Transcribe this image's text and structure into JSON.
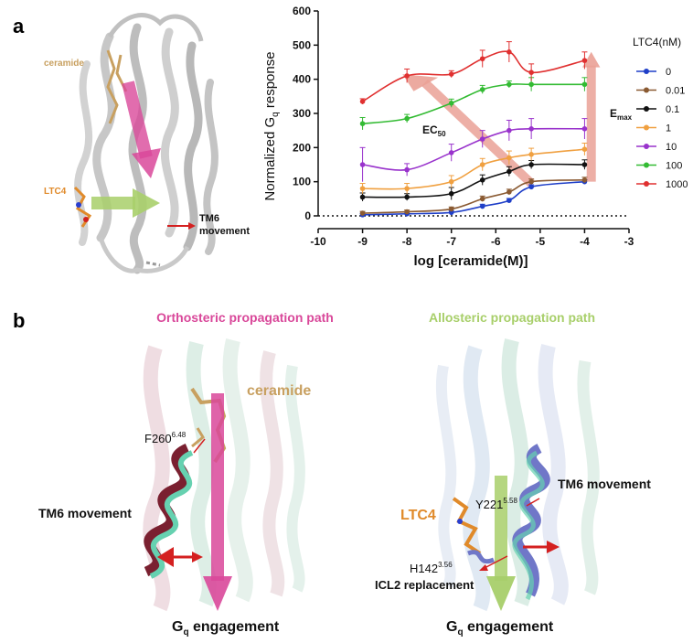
{
  "panel_a": {
    "letter": "a",
    "structure": {
      "ceramide_label": "ceramide",
      "ltc4_label": "LTC4",
      "tm6_line1": "TM6",
      "tm6_line2": "movement"
    }
  },
  "panel_b": {
    "letter": "b",
    "left": {
      "title": "Orthosteric propagation path",
      "ceramide_label": "ceramide",
      "residue_label": "F260",
      "residue_sup": "6.48",
      "tm6_label": "TM6 movement",
      "engagement_main": "G",
      "engagement_sub": "q",
      "engagement_rest": " engagement"
    },
    "right": {
      "title": "Allosteric propagation path",
      "ltc4_label": "LTC4",
      "residue1_label": "Y221",
      "residue1_sup": "5.58",
      "residue2_label": "H142",
      "residue2_sup": "3.56",
      "icl2_label": "ICL2 replacement",
      "tm6_label": "TM6 movement",
      "engagement_main": "G",
      "engagement_sub": "q",
      "engagement_rest": " engagement"
    }
  },
  "colors": {
    "magenta_arrow": "#d9489a",
    "green_arrow": "#a8cf6a",
    "ceramide": "#c8a060",
    "ltc4": "#e08a2a",
    "tm6_red": "#d42020",
    "salmon_arrow": "#eaa196",
    "helix_gray": "#c7c7c7",
    "helix_teal": "#66d1b0",
    "helix_maroon": "#7a2030",
    "helix_blue": "#7077c8"
  },
  "chart_data": {
    "type": "line",
    "ylabel_main": "Normalized G",
    "ylabel_sub": "q",
    "ylabel_rest": " response",
    "xlabel": "log [ceramide(M)]",
    "xlim": [
      -10,
      -3
    ],
    "ylim": [
      0,
      600
    ],
    "xticks": [
      -10,
      -9,
      -8,
      -7,
      -6,
      -5,
      -4,
      -3
    ],
    "yticks": [
      0,
      100,
      200,
      300,
      400,
      500,
      600
    ],
    "legend_title": "LTC4(nM)",
    "legend_position": "right",
    "x": [
      -9,
      -8,
      -7,
      -6.3,
      -5.7,
      -5.2,
      -4
    ],
    "series": [
      {
        "name": "0",
        "color": "#1f3fc8",
        "values": [
          3,
          6,
          10,
          28,
          45,
          85,
          100
        ],
        "errors": [
          4,
          4,
          5,
          6,
          6,
          6,
          6
        ]
      },
      {
        "name": "0.01",
        "color": "#8a5a32",
        "values": [
          8,
          12,
          20,
          50,
          70,
          100,
          105
        ],
        "errors": [
          5,
          5,
          6,
          8,
          8,
          8,
          8
        ]
      },
      {
        "name": "0.1",
        "color": "#111111",
        "values": [
          55,
          55,
          65,
          105,
          130,
          150,
          150
        ],
        "errors": [
          12,
          10,
          18,
          15,
          14,
          12,
          14
        ]
      },
      {
        "name": "1",
        "color": "#f0a040",
        "values": [
          80,
          80,
          100,
          150,
          170,
          180,
          195
        ],
        "errors": [
          15,
          15,
          18,
          18,
          20,
          18,
          18
        ]
      },
      {
        "name": "10",
        "color": "#9933cc",
        "values": [
          150,
          135,
          185,
          225,
          250,
          255,
          255
        ],
        "errors": [
          50,
          18,
          25,
          25,
          30,
          30,
          30
        ]
      },
      {
        "name": "100",
        "color": "#33bb33",
        "values": [
          270,
          285,
          330,
          370,
          385,
          385,
          385
        ],
        "errors": [
          18,
          12,
          12,
          12,
          10,
          20,
          20
        ]
      },
      {
        "name": "1000",
        "color": "#e03030",
        "values": [
          335,
          410,
          415,
          460,
          480,
          420,
          455
        ],
        "errors": [
          8,
          20,
          10,
          25,
          30,
          25,
          25
        ]
      }
    ],
    "annotations": {
      "ec50_main": "EC",
      "ec50_sub": "50",
      "emax_main": "E",
      "emax_sub": "max"
    }
  }
}
